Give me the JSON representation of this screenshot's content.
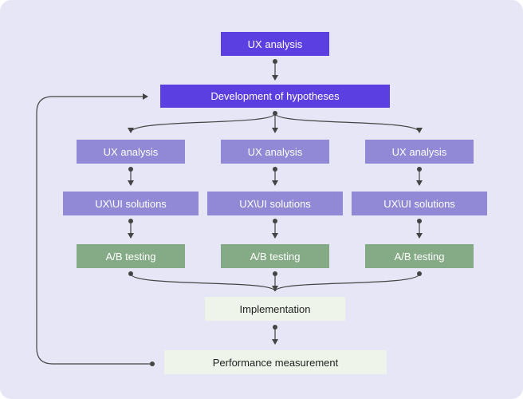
{
  "nodes": {
    "ux_analysis_top": "UX analysis",
    "development_of_hypotheses": "Development of hypotheses",
    "branches": [
      {
        "ux_analysis": "UX analysis",
        "ux_ui_solutions": "UX\\UI solutions",
        "ab_testing": "A/B testing"
      },
      {
        "ux_analysis": "UX analysis",
        "ux_ui_solutions": "UX\\UI solutions",
        "ab_testing": "A/B testing"
      },
      {
        "ux_analysis": "UX analysis",
        "ux_ui_solutions": "UX\\UI solutions",
        "ab_testing": "A/B testing"
      }
    ],
    "implementation": "Implementation",
    "performance_measurement": "Performance measurement"
  },
  "colors": {
    "background": "#e7e6f6",
    "primary_node": "#5b3fe0",
    "secondary_node": "#9188d6",
    "testing_node": "#85ab86",
    "result_node": "#eef4ea",
    "connector": "#444444"
  }
}
